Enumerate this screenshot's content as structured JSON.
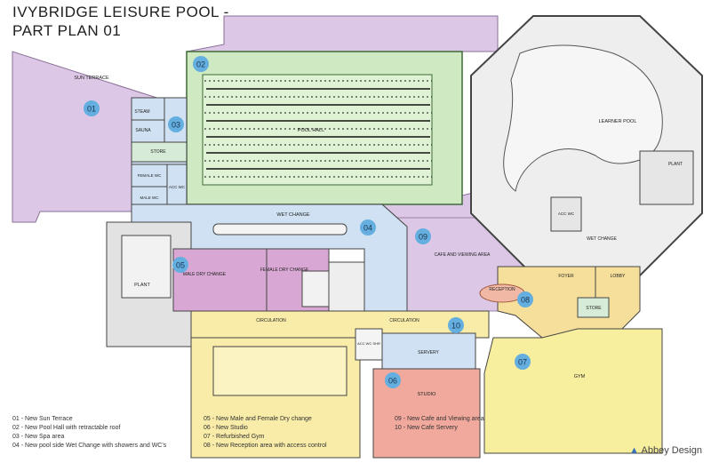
{
  "title": {
    "line1": "IVYBRIDGE LEISURE POOL -",
    "line2": "PART PLAN 01"
  },
  "colors": {
    "terrace": "#dcc7e6",
    "pool_hall": "#cfe9c3",
    "pool_lane": "#111111",
    "wet_change": "#cfe1f2",
    "dry_change": "#d8a7d4",
    "circulation": "#f8eca8",
    "foyer": "#f6df9a",
    "studio": "#f1a99d",
    "gym": "#f7ef9e",
    "plant": "#e2e2e2",
    "badge": "#64aee0"
  },
  "zones": {
    "z01": {
      "num": "01",
      "label": "SUN TERRACE"
    },
    "z02": {
      "num": "02",
      "label": "POOL HALL"
    },
    "z03": {
      "num": "03",
      "steam": "STEAM",
      "sauna": "SAUNA",
      "store": "STORE"
    },
    "z04": {
      "num": "04",
      "label": "WET CHANGE"
    },
    "z05": {
      "num": "05",
      "male": "MALE DRY CHANGE",
      "female": "FEMALE DRY CHANGE"
    },
    "z06": {
      "num": "06",
      "label": "STUDIO"
    },
    "z07": {
      "num": "07",
      "label": "GYM"
    },
    "z08": {
      "num": "08",
      "reception": "RECEPTION",
      "foyer": "FOYER",
      "lobby": "LOBBY",
      "store": "STORE"
    },
    "z09": {
      "num": "09",
      "label": "CAFE AND VIEWING AREA"
    },
    "z10": {
      "num": "10",
      "servery": "SERVERY"
    },
    "learner": "LEARNER POOL",
    "learner_wet_change": "WET CHANGE",
    "plant_left": "PLANT",
    "plant_right": "PLANT",
    "circulation_left": "CIRCULATION",
    "circulation_right": "CIRCULATION",
    "female_wc": "FEMALE WC",
    "male_wc": "MALE WC",
    "acc_wc": "ACC WC",
    "acc_wc_shr": "ACC WC SHR"
  },
  "legend": [
    {
      "num": "01",
      "text": "New Sun Terrace"
    },
    {
      "num": "02",
      "text": "New Pool Hall with retractable roof"
    },
    {
      "num": "03",
      "text": "New Spa area"
    },
    {
      "num": "04",
      "text": "New pool side Wet Change with showers and WC's"
    },
    {
      "num": "05",
      "text": "New Male and Female Dry change"
    },
    {
      "num": "06",
      "text": "New Studio"
    },
    {
      "num": "07",
      "text": "Refurbished Gym"
    },
    {
      "num": "08",
      "text": "New Reception area with access control"
    },
    {
      "num": "09",
      "text": "New Cafe and Viewing area"
    },
    {
      "num": "10",
      "text": "New Cafe Servery"
    }
  ],
  "logo": {
    "text": "Abbey Design"
  }
}
